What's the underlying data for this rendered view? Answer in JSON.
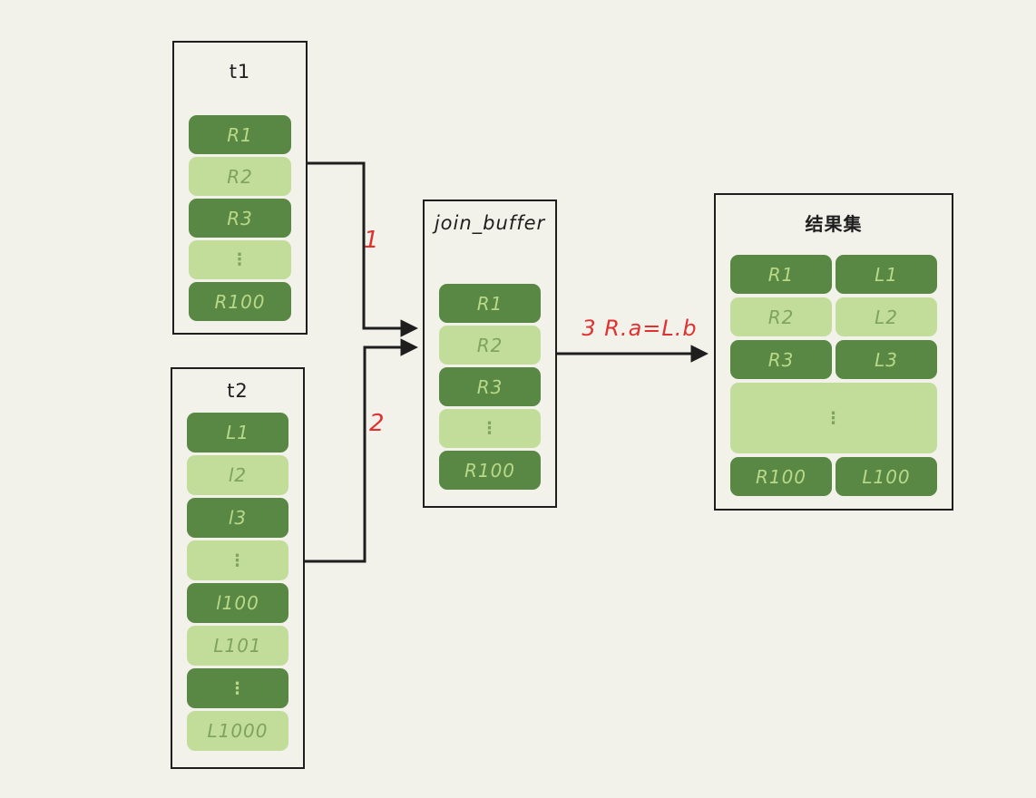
{
  "colors": {
    "bg": "#f2f1ea",
    "ink": "#1e1e1e",
    "dark_green": "#588843",
    "light_green": "#c2dd9a",
    "text_on_dark": "#b9d888",
    "text_on_light": "#7ea35c",
    "red": "#e03131"
  },
  "t1": {
    "title": "t1",
    "rows": [
      {
        "label": "R1",
        "variant": "dark"
      },
      {
        "label": "R2",
        "variant": "light"
      },
      {
        "label": "R3",
        "variant": "dark"
      },
      {
        "label": "⋮",
        "variant": "light"
      },
      {
        "label": "R100",
        "variant": "dark"
      }
    ]
  },
  "t2": {
    "title": "t2",
    "rows": [
      {
        "label": "L1",
        "variant": "dark"
      },
      {
        "label": "l2",
        "variant": "light"
      },
      {
        "label": "l3",
        "variant": "dark"
      },
      {
        "label": "⋮",
        "variant": "light"
      },
      {
        "label": "l100",
        "variant": "dark"
      },
      {
        "label": "L101",
        "variant": "light"
      },
      {
        "label": "⋮",
        "variant": "dark"
      },
      {
        "label": "L1000",
        "variant": "light"
      }
    ]
  },
  "join_buffer": {
    "title": "join_buffer",
    "rows": [
      {
        "label": "R1",
        "variant": "dark"
      },
      {
        "label": "R2",
        "variant": "light"
      },
      {
        "label": "R3",
        "variant": "dark"
      },
      {
        "label": "⋮",
        "variant": "light"
      },
      {
        "label": "R100",
        "variant": "dark"
      }
    ]
  },
  "result": {
    "title": "结果集",
    "rows": [
      {
        "left": "R1",
        "right": "L1",
        "variant": "dark"
      },
      {
        "left": "R2",
        "right": "L2",
        "variant": "light"
      },
      {
        "left": "R3",
        "right": "L3",
        "variant": "dark"
      },
      {
        "dots": "⋮",
        "variant": "light"
      },
      {
        "left": "R100",
        "right": "L100",
        "variant": "dark"
      }
    ]
  },
  "arrows": {
    "step1_label": "1",
    "step2_label": "2",
    "step3_label": "3  R.a=L.b"
  }
}
